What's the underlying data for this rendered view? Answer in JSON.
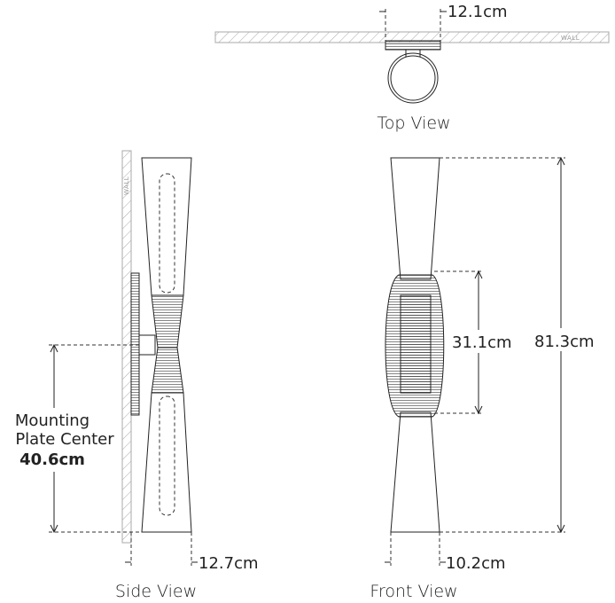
{
  "top_view": {
    "caption": "Top View",
    "width_label": "12.1cm",
    "wall_text": "WALL"
  },
  "side_view": {
    "caption": "Side View",
    "depth_label": "12.7cm",
    "wall_text": "WALL",
    "mounting_line1": "Mounting",
    "mounting_line2": "Plate Center",
    "mounting_value": "40.6cm"
  },
  "front_view": {
    "caption": "Front View",
    "height_label": "81.3cm",
    "center_label": "31.1cm",
    "width_label": "10.2cm"
  }
}
